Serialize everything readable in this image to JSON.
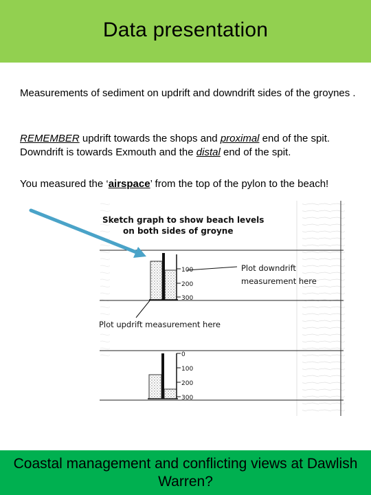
{
  "header": {
    "title": "Data presentation"
  },
  "intro": {
    "line1": "Measurements of sediment on updrift and downdrift sides of the groynes ."
  },
  "remember": {
    "lead": "REMEMBER",
    "part1": " updrift towards the shops and ",
    "proximal": "proximal",
    "part2": " end of the spit.  Downdrift is towards Exmouth and the ",
    "distal": "distal",
    "part3": " end of the spit."
  },
  "airspace": {
    "part1": "You measured the ‘",
    "word": "airspace",
    "part2": "’ from the top of the pylon to the beach!"
  },
  "figure": {
    "title_line1": "Sketch graph to show beach levels",
    "title_line2": "on both sides of groyne",
    "downdrift_label_line1": "Plot downdrift",
    "downdrift_label_line2": "measurement here",
    "updrift_label": "Plot updrift measurement here",
    "scale_top": [
      "100",
      "200",
      "300"
    ],
    "scale_bottom": [
      "0",
      "100",
      "200",
      "300"
    ]
  },
  "colors": {
    "header_bg": "#92d050",
    "footer_bg": "#00b050",
    "arrow": "#4aa3c8"
  },
  "footer": {
    "title": "Coastal management and conflicting views at Dawlish Warren?"
  }
}
